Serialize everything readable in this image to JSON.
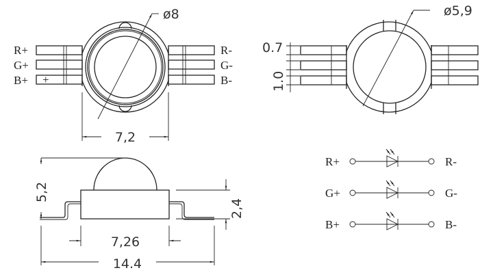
{
  "top_view": {
    "diameter_label": "ø8",
    "width_label": "7,2",
    "left_pins": [
      "R+",
      "G+",
      "B+"
    ],
    "right_pins": [
      "R-",
      "G-",
      "B-"
    ],
    "polarity_mark": "+"
  },
  "bottom_view": {
    "diameter_label": "ø5,9",
    "pin_width_label": "0.7",
    "pin_pitch_label": "1.0"
  },
  "side_view": {
    "height_label": "5,2",
    "body_height_label": "2,4",
    "body_width_label": "7,26",
    "total_width_label": "14.4"
  },
  "schematic": {
    "rows": [
      {
        "anode": "R+",
        "cathode": "R-"
      },
      {
        "anode": "G+",
        "cathode": "G-"
      },
      {
        "anode": "B+",
        "cathode": "B-"
      }
    ]
  }
}
